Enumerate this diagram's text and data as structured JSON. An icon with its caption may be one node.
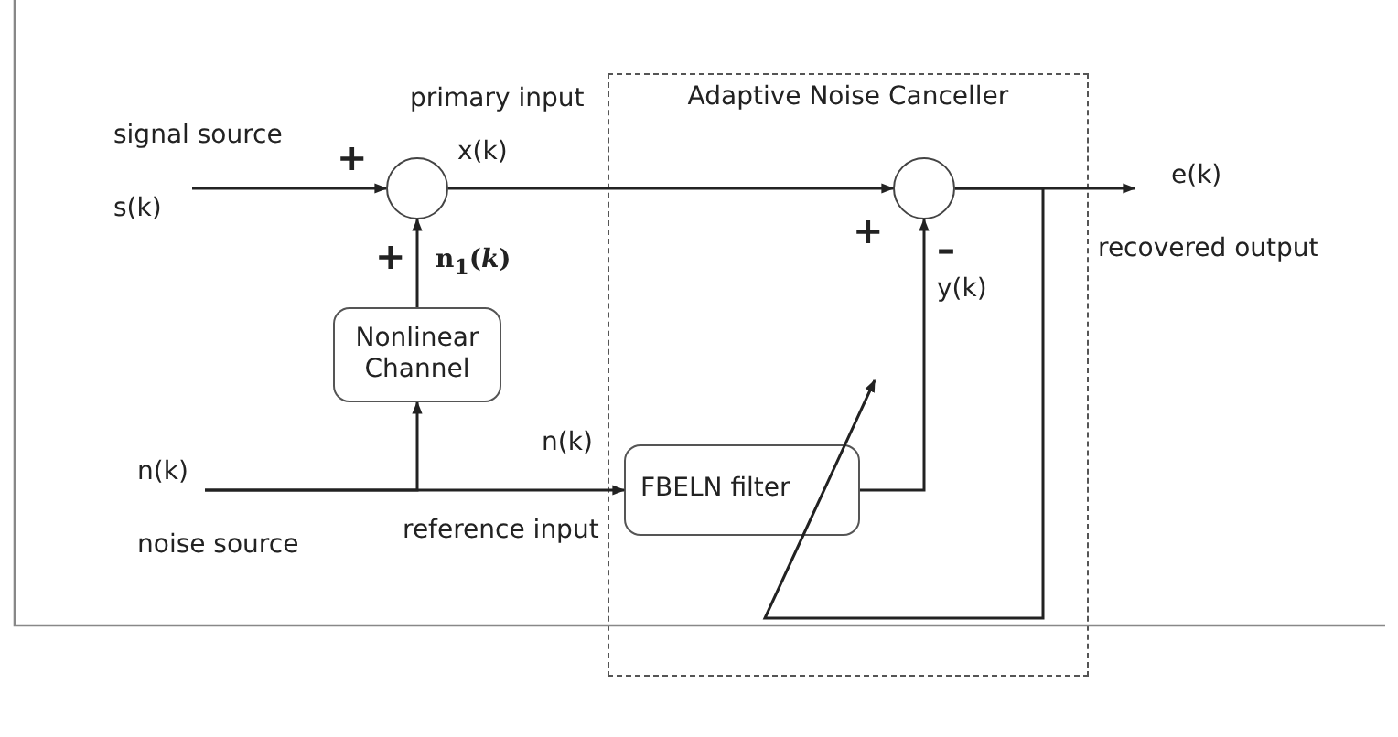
{
  "diagram": {
    "nodes": [
      {
        "text": [],
        "shape": "circle"
      },
      {
        "text": [
          "Nonlinear Channel"
        ]
      },
      {
        "text": [
          "Adaptive Noise Canceller"
        ]
      },
      {
        "text": [],
        "shape": "circle",
        "in": 2
      },
      {
        "text": [
          "FBELN filter"
        ],
        "in": 2
      }
    ],
    "edges": [
      {
        "from": null,
        "to": 0,
        "arrow": "to"
      },
      {
        "from": 1,
        "to": 0,
        "arrow": "to"
      },
      {
        "from": null,
        "to": 4,
        "arrow": "to"
      },
      {
        "from": null,
        "to": 1,
        "arrow": "to"
      },
      {
        "from": 0,
        "to": 3,
        "arrow": "to"
      },
      {
        "from": 4,
        "to": 3,
        "arrow": "to"
      },
      {
        "from": 3,
        "to": null,
        "arrow": "to"
      },
      {
        "from": 3,
        "to": 4,
        "arrow": "to"
      }
    ],
    "labels": [
      "primary input",
      "signal source",
      "+",
      "x(k)",
      "e(k)",
      "s(k)",
      "+",
      "recovered output",
      "+",
      "n$_{1}$(*k*)",
      "–",
      "y(k)",
      "n(k)",
      "n(k)",
      "reference input",
      "noise source"
    ]
  }
}
